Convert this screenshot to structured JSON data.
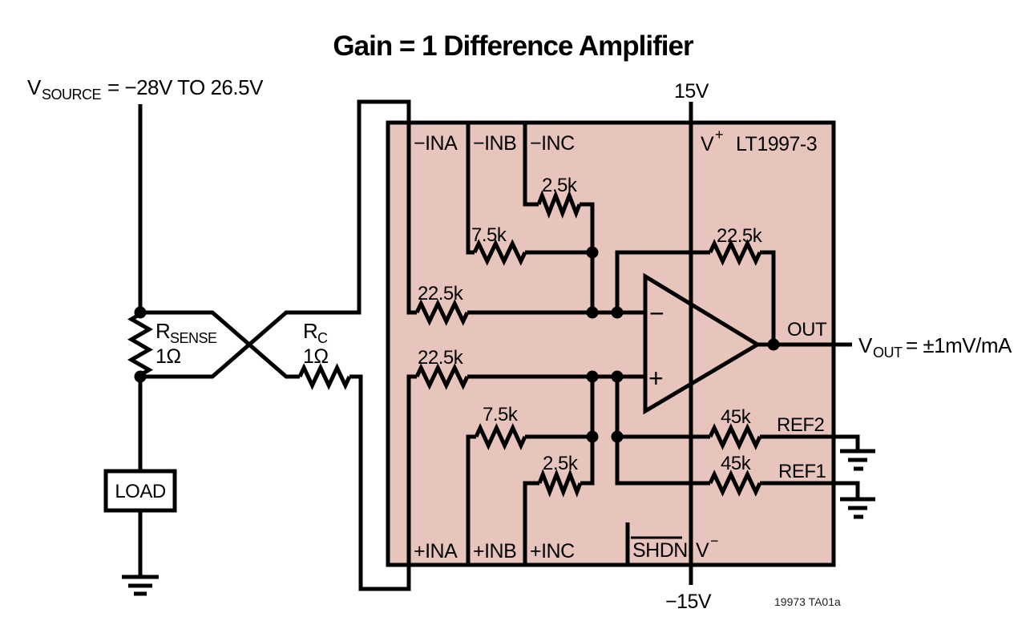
{
  "title": "Gain = 1 Difference Amplifier",
  "colors": {
    "ic_fill": "#e8c5bc",
    "line": "#000000",
    "background": "#ffffff"
  },
  "source_label": {
    "sym": "V",
    "sub": "SOURCE",
    "eq": "= −28V TO 26.5V"
  },
  "output_label": {
    "sym": "V",
    "sub": "OUT",
    "eq": "= ±1mV/mA"
  },
  "supplies": {
    "pos": "15V",
    "neg": "−15V"
  },
  "ic": {
    "part": "LT1997-3",
    "pins": {
      "n_ina": "−INA",
      "n_inb": "−INB",
      "n_inc": "−INC",
      "p_ina": "+INA",
      "p_inb": "+INB",
      "p_inc": "+INC",
      "vplus_base": "V",
      "vplus_sup": "+",
      "vminus_base": "V",
      "vminus_sup": "−",
      "shdn": "SHDN",
      "out": "OUT",
      "ref2": "REF2",
      "ref1": "REF1"
    },
    "resistors": {
      "r2p5_top": "2.5k",
      "r7p5_top": "7.5k",
      "r22p5_minus": "22.5k",
      "r22p5_fb": "22.5k",
      "r22p5_plus": "22.5k",
      "r7p5_bot": "7.5k",
      "r2p5_bot": "2.5k",
      "r45_ref2": "45k",
      "r45_ref1": "45k"
    },
    "opamp": {
      "minus": "−",
      "plus": "+"
    }
  },
  "external": {
    "rsense": {
      "sym": "R",
      "sub": "SENSE",
      "value": "1Ω"
    },
    "rc": {
      "sym": "R",
      "sub": "C",
      "value": "1Ω"
    },
    "load": "LOAD"
  },
  "note": "19973 TA01a"
}
